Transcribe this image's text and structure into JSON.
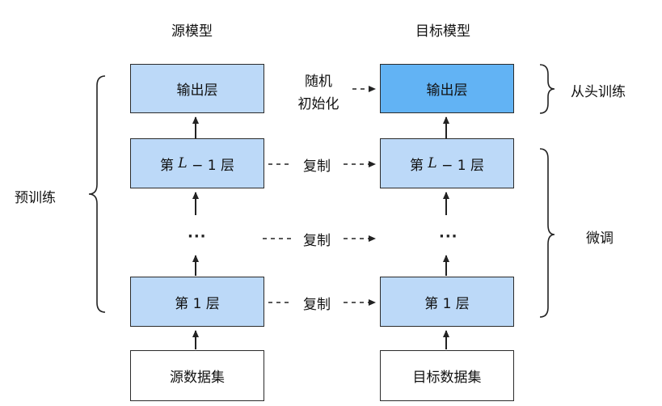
{
  "source": {
    "title": "源模型",
    "output_layer": "输出层",
    "layer_L1": {
      "prefix": "第 ",
      "var": "L",
      "suffix": " − 1 层"
    },
    "dots": "···",
    "layer_1": "第 1 层",
    "dataset": "源数据集"
  },
  "target": {
    "title": "目标模型",
    "output_layer": "输出层",
    "layer_L1": {
      "prefix": "第 ",
      "var": "L",
      "suffix": " − 1 层"
    },
    "dots": "···",
    "layer_1": "第 1 层",
    "dataset": "目标数据集"
  },
  "middle": {
    "random_init_line1": "随机",
    "random_init_line2": "初始化",
    "copy_top": "复制",
    "copy_mid": "复制",
    "copy_bottom": "复制"
  },
  "brackets": {
    "pretrain": "预训练",
    "train_from_scratch": "从头训练",
    "finetune": "微调"
  },
  "colors": {
    "layer_fill": "#bcd9f8",
    "target_output_fill": "#62b3f4",
    "stroke": "#2b2b2b"
  }
}
